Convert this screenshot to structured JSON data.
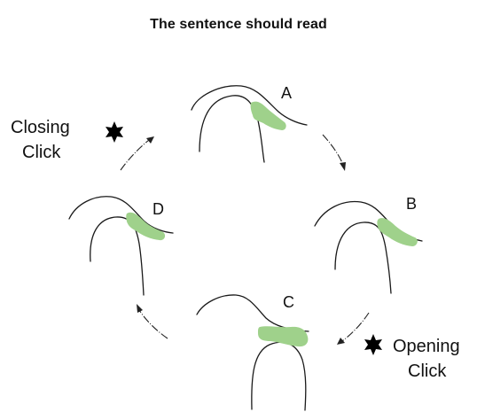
{
  "title": "The sentence should read",
  "stages": [
    {
      "label": "A"
    },
    {
      "label": "B"
    },
    {
      "label": "C"
    },
    {
      "label": "D"
    }
  ],
  "annotations": {
    "closing_line1": "Closing",
    "closing_line2": "Click",
    "opening_line1": "Opening",
    "opening_line2": "Click"
  },
  "colors": {
    "tissue_highlight": "#9fd18b",
    "outline": "#1a1a1a",
    "marker": "#000000"
  },
  "icons": {
    "click_marker": "six-pointed-star-icon",
    "direction": "curved-arrow-icon"
  }
}
